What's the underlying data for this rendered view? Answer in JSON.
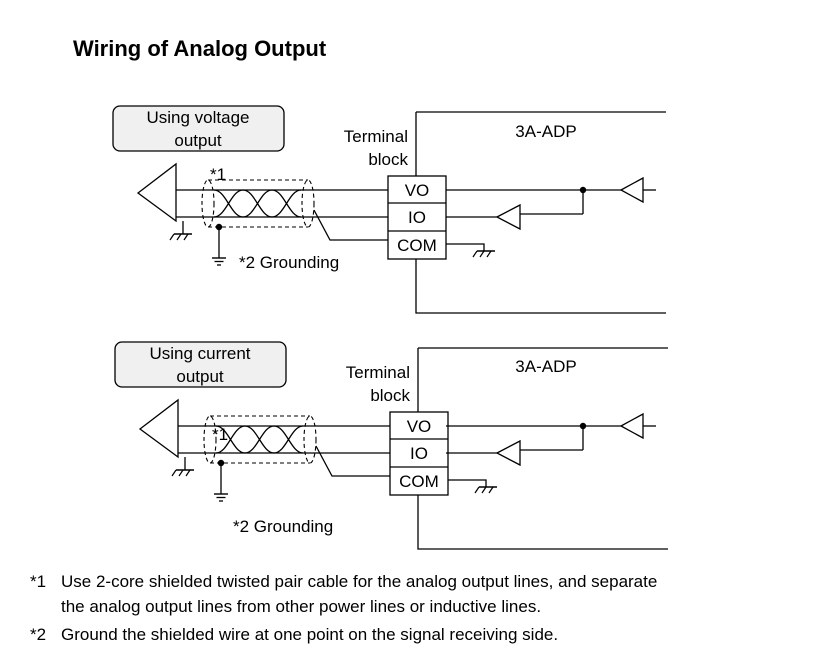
{
  "title": "Wiring of Analog Output",
  "diagrams": [
    {
      "mode_label_line1": "Using voltage",
      "mode_label_line2": "output",
      "terminal_label_line1": "Terminal",
      "terminal_label_line2": "block",
      "unit_label": "3A-ADP",
      "terminals": [
        "VO",
        "IO",
        "COM"
      ],
      "cable_note": "*1",
      "grounding_label": "*2 Grounding"
    },
    {
      "mode_label_line1": "Using current",
      "mode_label_line2": "output",
      "terminal_label_line1": "Terminal",
      "terminal_label_line2": "block",
      "unit_label": "3A-ADP",
      "terminals": [
        "VO",
        "IO",
        "COM"
      ],
      "cable_note": "*1",
      "grounding_label": "*2 Grounding"
    }
  ],
  "notes": [
    {
      "marker": "*1",
      "line1": "Use 2-core shielded twisted pair cable for the analog output lines, and separate",
      "line2": "the analog output lines from other power lines or inductive lines."
    },
    {
      "marker": "*2",
      "line1": "Ground the shielded wire at one point on the signal receiving side."
    }
  ]
}
